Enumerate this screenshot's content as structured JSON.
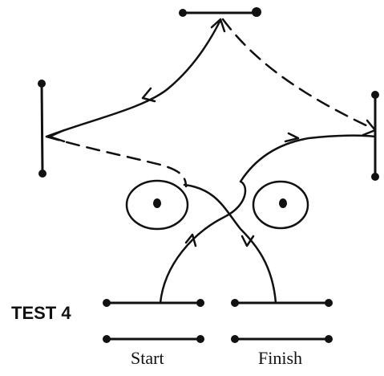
{
  "labels": {
    "test": "TEST 4",
    "start": "Start",
    "finish": "Finish"
  },
  "colors": {
    "ink": "#111111",
    "background": "#ffffff"
  }
}
